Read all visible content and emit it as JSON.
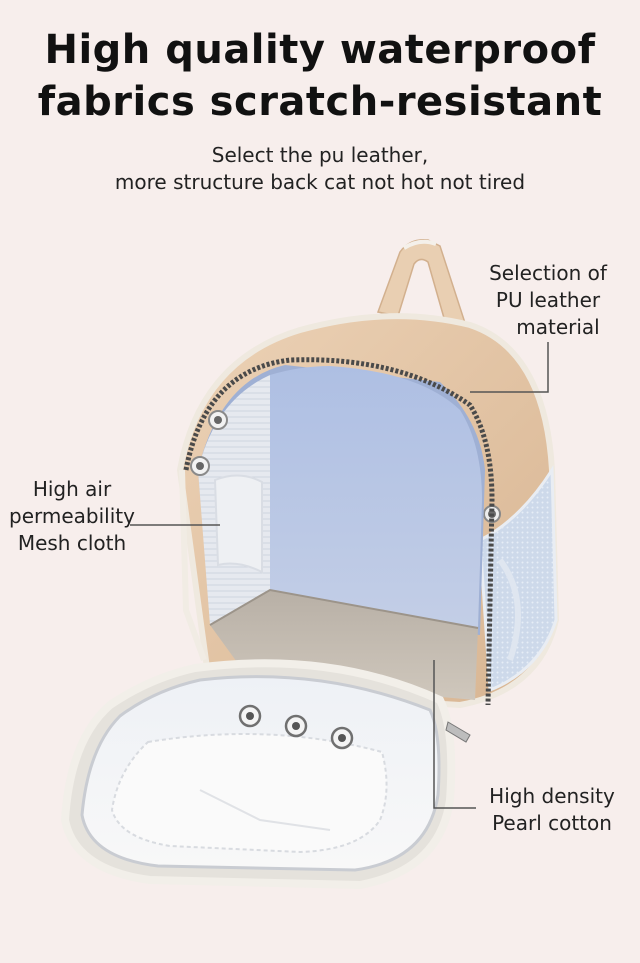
{
  "headline": {
    "line1": "High quality waterproof",
    "line2": "fabrics scratch-resistant"
  },
  "subheadline": {
    "line1": "Select the pu leather,",
    "line2": "more structure back cat not hot not tired"
  },
  "callouts": {
    "pu_leather": [
      "Selection of",
      "PU leather",
      "material"
    ],
    "mesh": [
      "High air",
      "permeability",
      "Mesh cloth"
    ],
    "pearl_cotton": [
      "High density",
      "Pearl cotton"
    ]
  },
  "colors": {
    "background": "#f7eeec",
    "leather": "#e3c3a2",
    "panel_blue": "#b9c6e2",
    "mesh": "#e4e8ee",
    "trim": "#f1ece4",
    "zipper": "#4a4a4a"
  }
}
